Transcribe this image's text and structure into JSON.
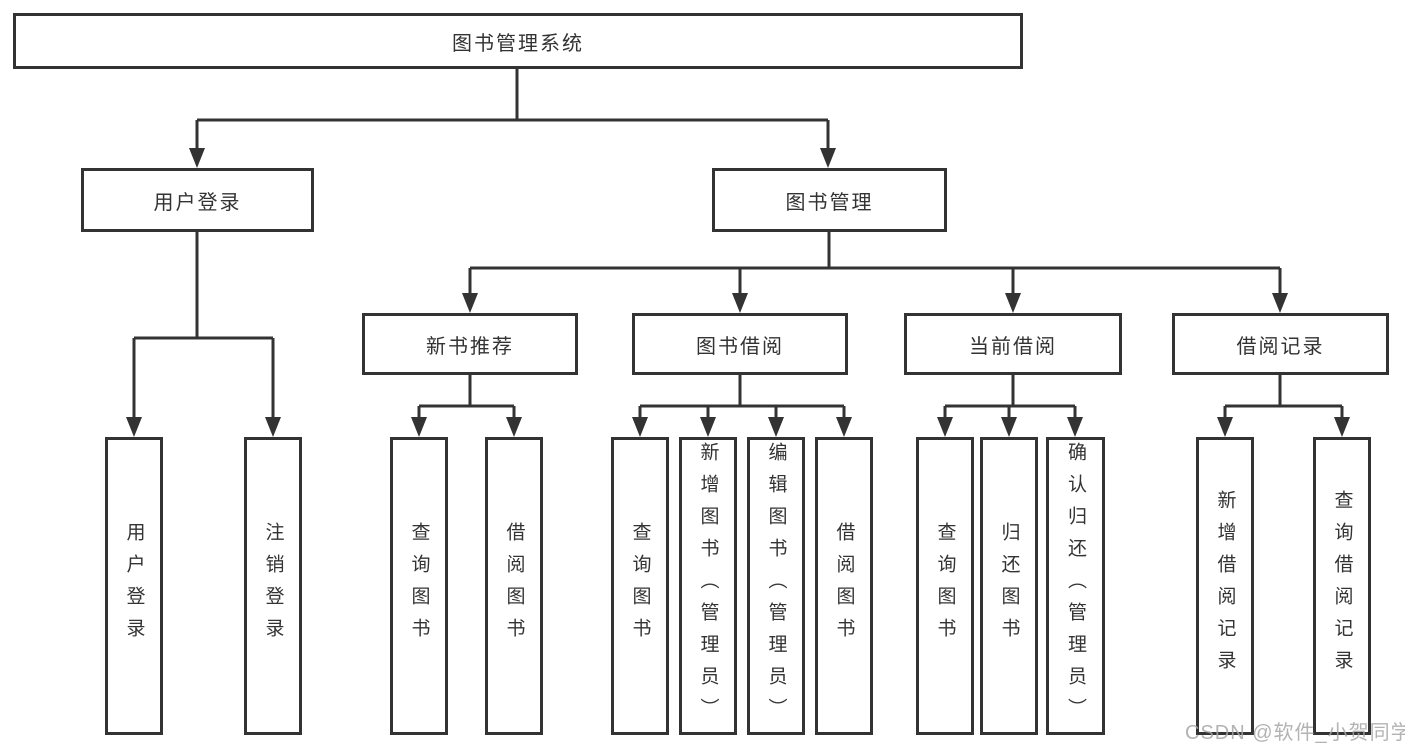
{
  "root": {
    "label": "图书管理系统"
  },
  "level2": [
    {
      "label": "用户登录"
    },
    {
      "label": "图书管理"
    }
  ],
  "level3": [
    {
      "label": "新书推荐"
    },
    {
      "label": "图书借阅"
    },
    {
      "label": "当前借阅"
    },
    {
      "label": "借阅记录"
    }
  ],
  "leaves": [
    {
      "label": "用户登录"
    },
    {
      "label": "注销登录"
    },
    {
      "label": "查询图书"
    },
    {
      "label": "借阅图书"
    },
    {
      "label": "查询图书"
    },
    {
      "label": "新增图书（管理员）"
    },
    {
      "label": "编辑图书（管理员）"
    },
    {
      "label": "借阅图书"
    },
    {
      "label": "查询图书"
    },
    {
      "label": "归还图书"
    },
    {
      "label": "确认归还（管理员）"
    },
    {
      "label": "新增借阅记录"
    },
    {
      "label": "查询借阅记录"
    }
  ],
  "watermark": "CSDN @软件_小贺同学",
  "colors": {
    "line": "#333333",
    "text": "#333333",
    "watermark": "#a6a6a6",
    "background": "#ffffff"
  }
}
